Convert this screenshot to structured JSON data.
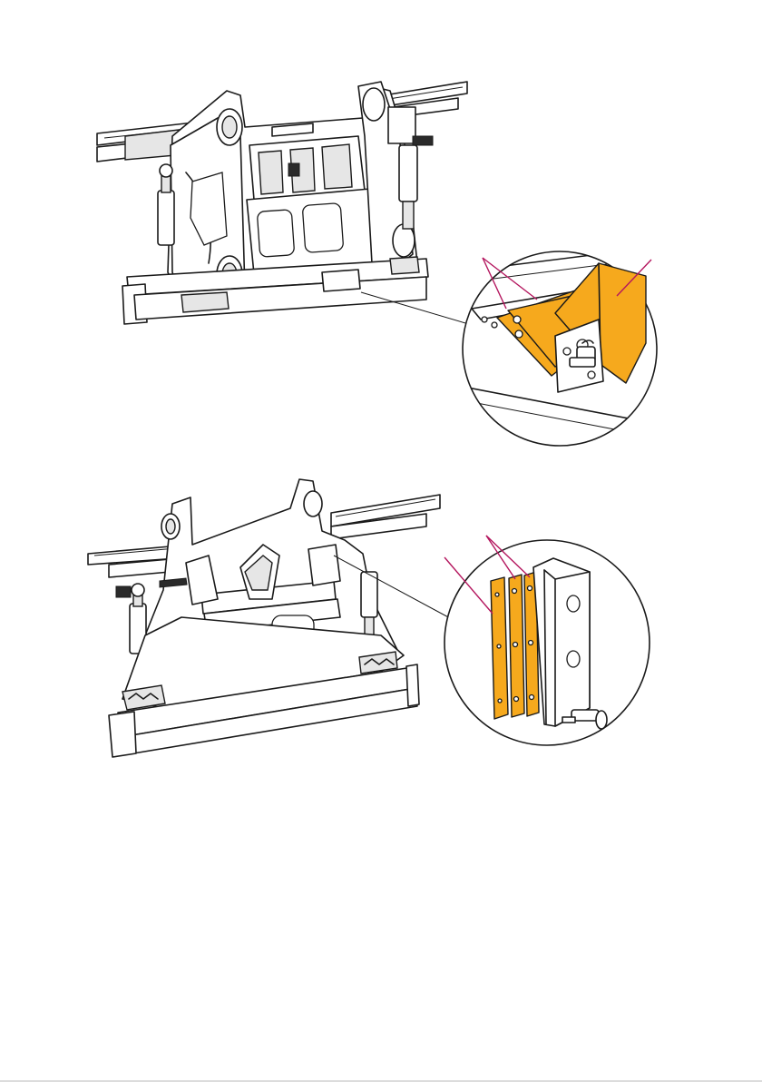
{
  "figure": {
    "accent_color": "#f6a91d",
    "callout_color": "#b4165e",
    "line_color": "#1a1a1a",
    "views": [
      {
        "name": "top-view",
        "detail": "wear-pad-detail-top"
      },
      {
        "name": "bottom-view",
        "detail": "wear-pad-detail-bottom"
      }
    ]
  }
}
